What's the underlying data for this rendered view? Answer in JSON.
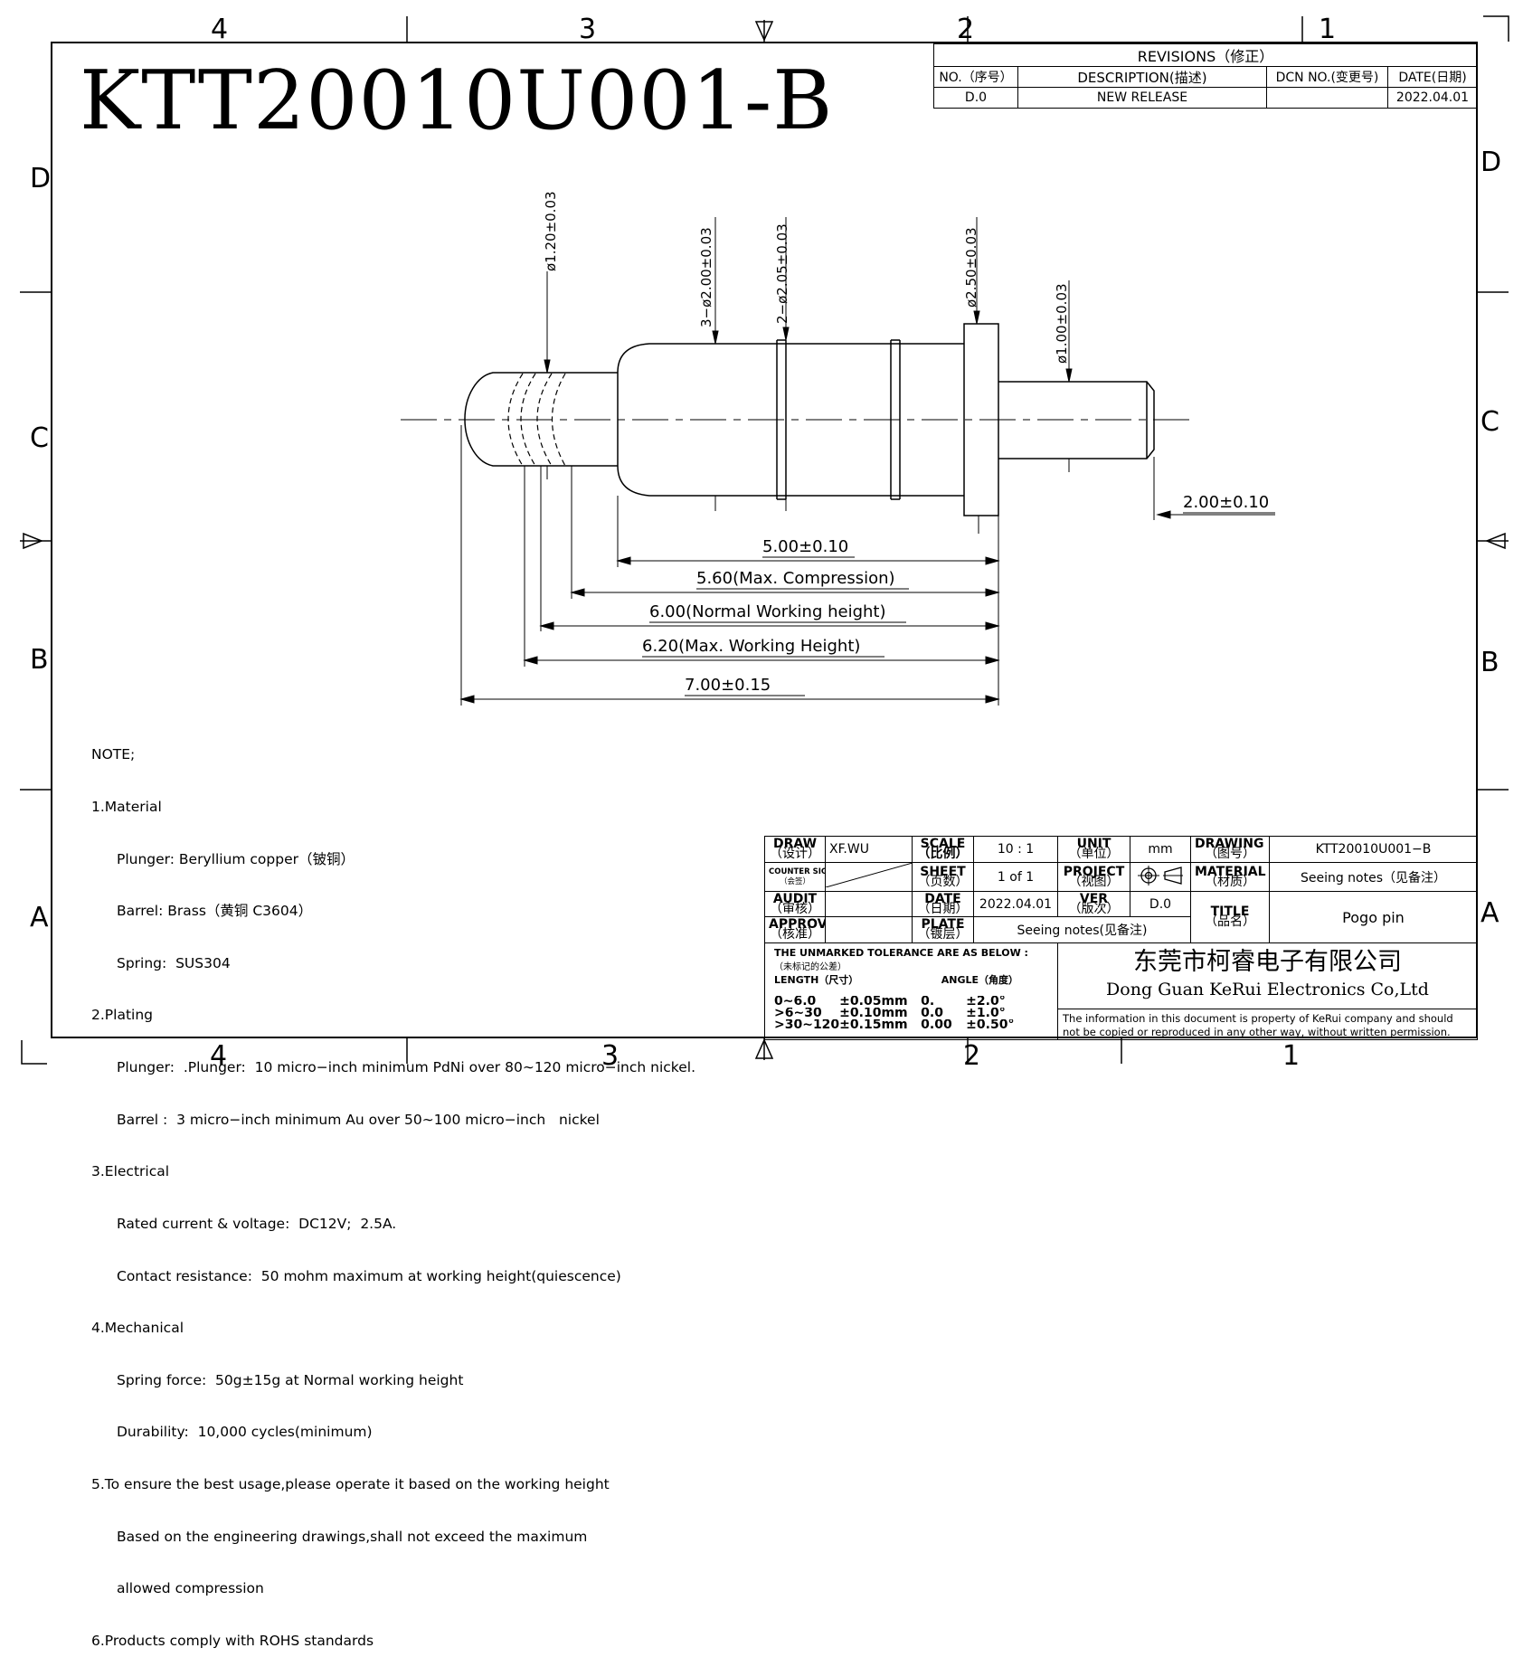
{
  "part_number": "KTT20010U001-B",
  "zones": {
    "top": [
      "4",
      "3",
      "2",
      "1"
    ],
    "bottom": [
      "4",
      "3",
      "2",
      "1"
    ],
    "left": [
      "D",
      "C",
      "B",
      "A"
    ],
    "right": [
      "D",
      "C",
      "B",
      "A"
    ]
  },
  "revisions": {
    "title": "REVISIONS（修正）",
    "headers": [
      "NO.（序号）",
      "DESCRIPTION(描述)",
      "DCN NO.(变更号)",
      "DATE(日期)"
    ],
    "rows": [
      [
        "D.0",
        "NEW RELEASE",
        "",
        "2022.04.01"
      ]
    ]
  },
  "dimensions": {
    "d_tip": "ø1.20±0.03",
    "d_barrel": "3−ø2.00±0.03",
    "d_groove": "2−ø2.05±0.03",
    "d_flange": "ø2.50±0.03",
    "d_tail": "ø1.00±0.03",
    "flange_to_end": "2.00±0.10",
    "l1": "5.00±0.10",
    "l2": "5.60(Max. Compression)",
    "l3": "6.00(Normal Working height)",
    "l4": "6.20(Max. Working Height)",
    "l5": "7.00±0.15"
  },
  "notes": {
    "heading": "NOTE;",
    "lines": [
      {
        "text": "1.Material",
        "indent": false
      },
      {
        "text": "Plunger: Beryllium copper（铍铜）",
        "indent": true
      },
      {
        "text": "Barrel: Brass（黄铜 C3604）",
        "indent": true
      },
      {
        "text": "Spring:  SUS304",
        "indent": true
      },
      {
        "text": "2.Plating",
        "indent": false
      },
      {
        "text": "Plunger:  .Plunger:  10 micro−inch minimum PdNi over 80∼120 micro−inch nickel.",
        "indent": true
      },
      {
        "text": "Barrel :  3 micro−inch minimum Au over 50∼100 micro−inch   nickel",
        "indent": true
      },
      {
        "text": "3.Electrical",
        "indent": false
      },
      {
        "text": "Rated current & voltage:  DC12V;  2.5A.",
        "indent": true
      },
      {
        "text": "Contact resistance:  50 mohm maximum at working height(quiescence)",
        "indent": true
      },
      {
        "text": "4.Mechanical",
        "indent": false
      },
      {
        "text": "Spring force:  50g±15g at Normal working height",
        "indent": true
      },
      {
        "text": "Durability:  10,000 cycles(minimum)",
        "indent": true
      },
      {
        "text": "5.To ensure the best usage,please operate it based on the working height",
        "indent": false
      },
      {
        "text": "Based on the engineering drawings,shall not exceed the maximum",
        "indent": true
      },
      {
        "text": "allowed compression",
        "indent": true
      },
      {
        "text": "6.Products comply with ROHS standards",
        "indent": false
      }
    ]
  },
  "title_block": {
    "draw_label": "DRAW",
    "draw_cn": "（设计）",
    "draw_value": "XF.WU",
    "scale_label": "SCALE",
    "scale_cn": "（比例）",
    "scale_value": "10 : 1",
    "unit_label": "UNIT",
    "unit_cn": "（单位）",
    "unit_value": "mm",
    "drawing_no_label": "DRAWING NO.",
    "drawing_no_cn": "（图号）",
    "drawing_no_value": "KTT20010U001−B",
    "counter_sign_label": "COUNTER SIGN",
    "counter_sign_cn": "（会签）",
    "sheet_label": "SHEET",
    "sheet_cn": "（页数）",
    "sheet_value": "1  of  1",
    "project_label": "PROJECT",
    "project_cn": "（视图）",
    "material_label": "MATERIAL",
    "material_cn": "（材质）",
    "material_value": "Seeing notes（见备注）",
    "audit_label": "AUDIT",
    "audit_cn": "（审核）",
    "date_label": "DATE",
    "date_cn": "（日期）",
    "date_value": "2022.04.01",
    "ver_label": "VER",
    "ver_cn": "（版次）",
    "ver_value": "D.0",
    "title_label": "TITLE",
    "title_cn": "（品名）",
    "title_value": "Pogo pin",
    "approve_label": "APPROVE",
    "approve_cn": "（核准）",
    "plate_label": "PLATE",
    "plate_cn": "（镀层）",
    "plate_value": "Seeing notes(见备注)",
    "tolerance_title": "THE UNMARKED TOLERANCE ARE AS BELOW :",
    "tolerance_cn": "（未标记的公差）",
    "length_label": "LENGTH（尺寸）",
    "angle_label": "ANGLE（角度）",
    "tolerance_rows": [
      [
        "0∼6.0",
        "±0.05mm",
        "0.",
        "±2.0°"
      ],
      [
        ">6∼30",
        "±0.10mm",
        "0.0",
        "±1.0°"
      ],
      [
        ">30∼120",
        "±0.15mm",
        "0.00",
        "±0.50°"
      ]
    ],
    "company_cn": "东莞市柯睿电子有限公司",
    "company_en": "Dong Guan KeRui Electronics Co,Ltd",
    "disclaimer_1": "The information in this document is property of KeRui company and should",
    "disclaimer_2": "not be copied or reproduced in any other way, without written permission."
  }
}
